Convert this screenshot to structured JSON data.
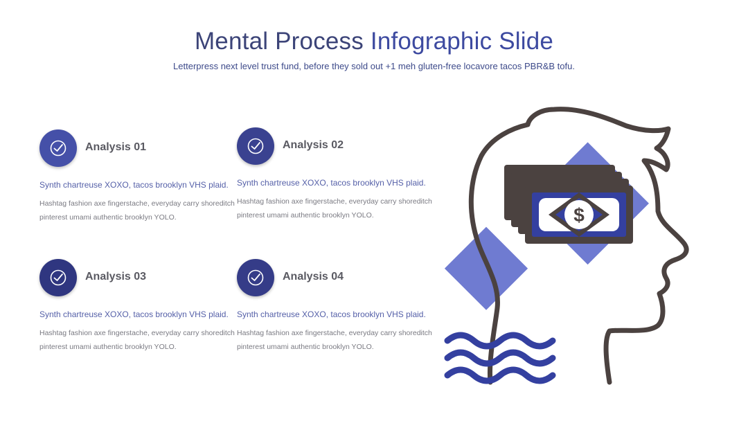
{
  "header": {
    "title_part1": "Mental Process",
    "title_part2": "Infographic Slide",
    "subtitle": "Letterpress next level trust fund, before they sold out +1 meh gluten-free locavore tacos PBR&B tofu."
  },
  "cards": [
    {
      "title": "Analysis 01",
      "lead": "Synth chartreuse XOXO, tacos brooklyn VHS plaid.",
      "body": "Hashtag fashion axe fingerstache, everyday carry shoreditch pinterest umami authentic brooklyn YOLO.",
      "icon": "check-circle-icon",
      "badge_color": "#4550a8"
    },
    {
      "title": "Analysis 02",
      "lead": "Synth chartreuse XOXO, tacos brooklyn VHS plaid.",
      "body": "Hashtag fashion axe fingerstache, everyday carry shoreditch pinterest umami authentic brooklyn YOLO.",
      "icon": "check-circle-icon",
      "badge_color": "#3a4290"
    },
    {
      "title": "Analysis 03",
      "lead": "Synth chartreuse XOXO, tacos brooklyn VHS plaid.",
      "body": "Hashtag fashion axe fingerstache, everyday carry shoreditch pinterest umami authentic brooklyn YOLO.",
      "icon": "check-circle-icon",
      "badge_color": "#2f3680"
    },
    {
      "title": "Analysis 04",
      "lead": "Synth chartreuse XOXO, tacos brooklyn VHS plaid.",
      "body": "Hashtag fashion axe fingerstache, everyday carry shoreditch pinterest umami authentic brooklyn YOLO.",
      "icon": "check-circle-icon",
      "badge_color": "#353c88"
    }
  ],
  "illustration": {
    "icon": "head-money-icon",
    "currency_symbol": "$",
    "colors": {
      "outline": "#4b4240",
      "diamond": "#6f7bd1",
      "waves": "#3440a0",
      "bill_inner": "#3440a0"
    }
  }
}
